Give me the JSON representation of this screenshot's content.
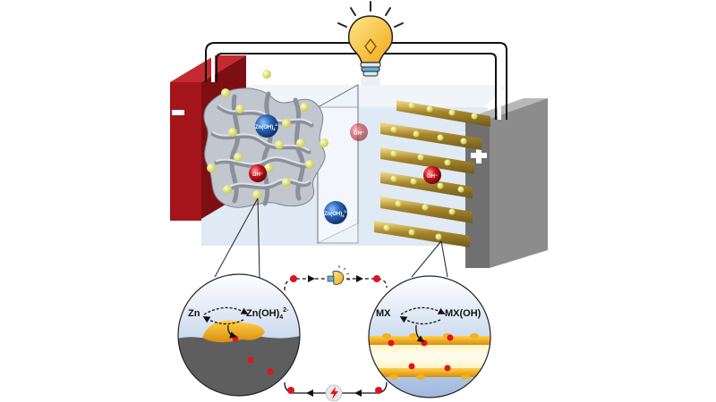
{
  "labels": {
    "anode_sign": "−",
    "cathode_sign": "+",
    "ion_zincate": "Zn(OH)",
    "ion_zincate_sub": "4",
    "ion_zincate_sup": "2-",
    "ion_hydroxide": "OH⁻",
    "anode_reactant": "Zn",
    "anode_product": "Zn(OH)",
    "anode_product_sub": "4",
    "anode_product_sup": "2-",
    "cathode_reactant": "MX",
    "cathode_product": "MX(OH)"
  },
  "colors": {
    "anode_plate": "#a3151b",
    "cathode_plate": "#8c8c8c",
    "electrolyte": "#dbe6f2",
    "zinc_foam": "#a8adb8",
    "zincate_ion": "#2a66b8",
    "hydroxide_ion": "#d0121b",
    "gold": "#f2b21a",
    "yellow_particle": "#e0e36a"
  },
  "icons": [
    "light-bulb-icon",
    "lightning-icon",
    "arrow-icon"
  ]
}
